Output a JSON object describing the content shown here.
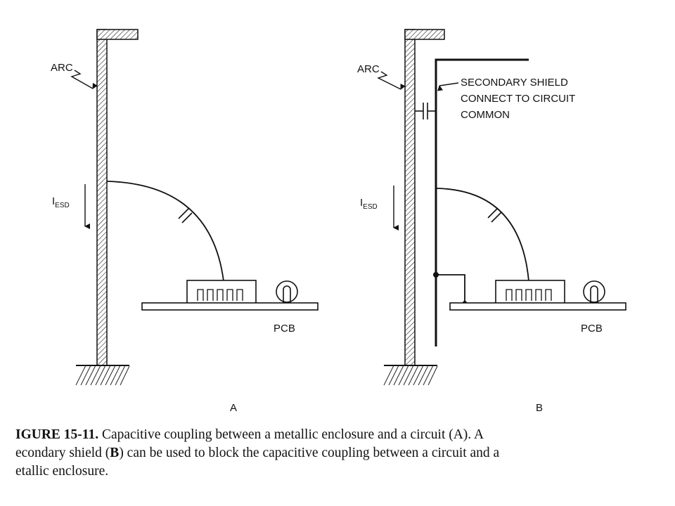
{
  "diagram_a": {
    "arc_label": "ARC",
    "current_label_main": "I",
    "current_label_sub": "ESD",
    "pcb_label": "PCB",
    "panel_label": "A"
  },
  "diagram_b": {
    "arc_label": "ARC",
    "current_label_main": "I",
    "current_label_sub": "ESD",
    "pcb_label": "PCB",
    "panel_label": "B",
    "shield_note": [
      "SECONDARY SHIELD",
      "CONNECT TO CIRCUIT",
      "COMMON"
    ]
  },
  "caption": {
    "figure_id": "IGURE 15-11.",
    "line1_text": " Capacitive coupling between a metallic enclosure and a circuit (A). A",
    "line2_prefix": "econdary shield (",
    "line2_bold": "B",
    "line2_suffix": ") can be used to block the capacitive coupling between a circuit and a",
    "line3": "etallic enclosure."
  }
}
